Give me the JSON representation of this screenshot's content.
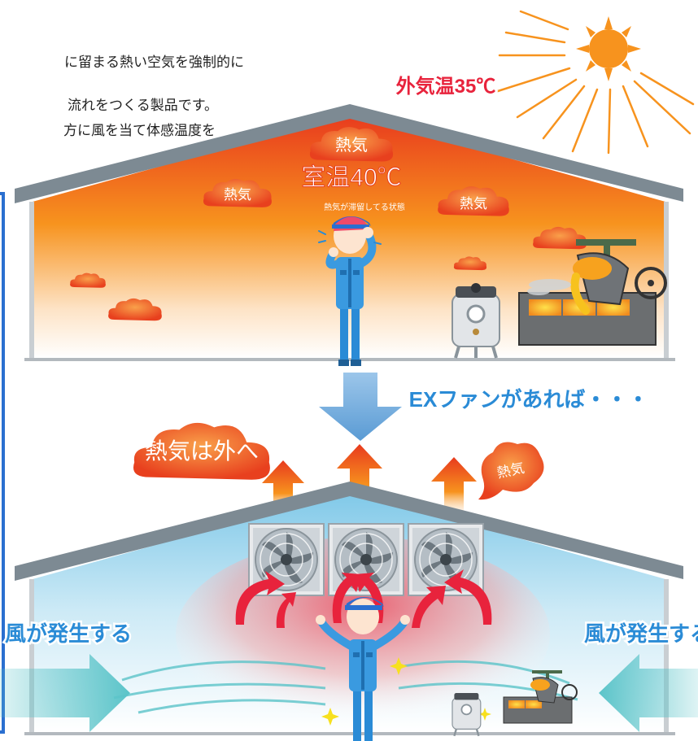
{
  "intro": {
    "lines": [
      "に留まる熱い空気を強制的に",
      "流れをつくる製品です。",
      "方に風を当て体感温度を"
    ]
  },
  "top": {
    "outside_temp": "外気温35℃",
    "hot_center": "熱気",
    "hot_left": "熱気",
    "hot_right": "熱気",
    "room_temp": "室温40℃",
    "room_note": "熱気が滞留してる状態"
  },
  "middle": {
    "ex_fan": "EXファンがあれば・・・"
  },
  "bottom": {
    "heat_out": "熱気は外へ",
    "heat_bubble": "熱気",
    "wind_left": "風が発生する",
    "wind_right": "風が発生する"
  },
  "colors": {
    "heat_red": "#e8401e",
    "heat_orange": "#f7931e",
    "cool_blue": "#2a8bd6",
    "wind_teal": "#5bc4c9",
    "roof_gray": "#7d8a93"
  },
  "icons": [
    "sun-icon",
    "worker-icon",
    "exhaust-fan-icon",
    "ladle-icon",
    "tank-icon",
    "arrow-down-icon",
    "heat-arrow-icon"
  ]
}
